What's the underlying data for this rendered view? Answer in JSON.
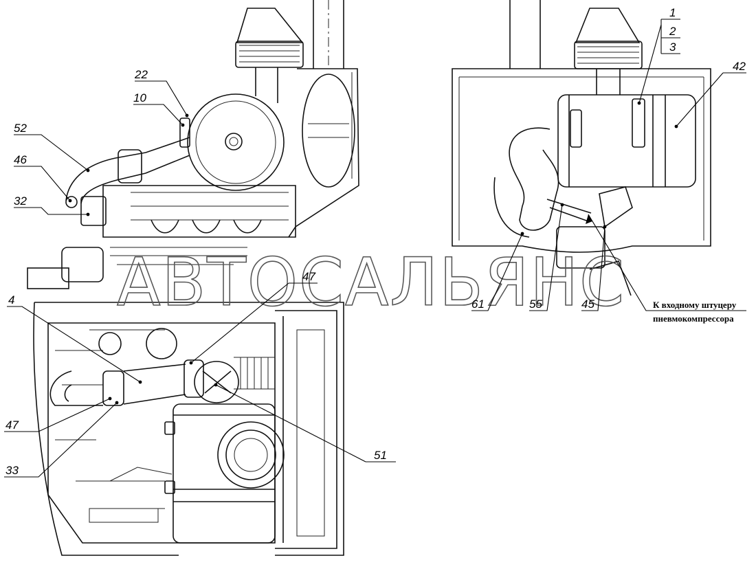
{
  "watermark": "АВТОСАЛЬЯНС",
  "callout_text": {
    "line1": "К входному штуцеру",
    "line2": "пневмокомпрессора"
  },
  "labels": {
    "l1": "1",
    "l2": "2",
    "l3": "3",
    "l4": "4",
    "l10": "10",
    "l22": "22",
    "l32": "32",
    "l33": "33",
    "l42": "42",
    "l45": "45",
    "l46": "46",
    "l47a": "47",
    "l47b": "47",
    "l51": "51",
    "l52": "52",
    "l55": "55",
    "l61": "61"
  }
}
